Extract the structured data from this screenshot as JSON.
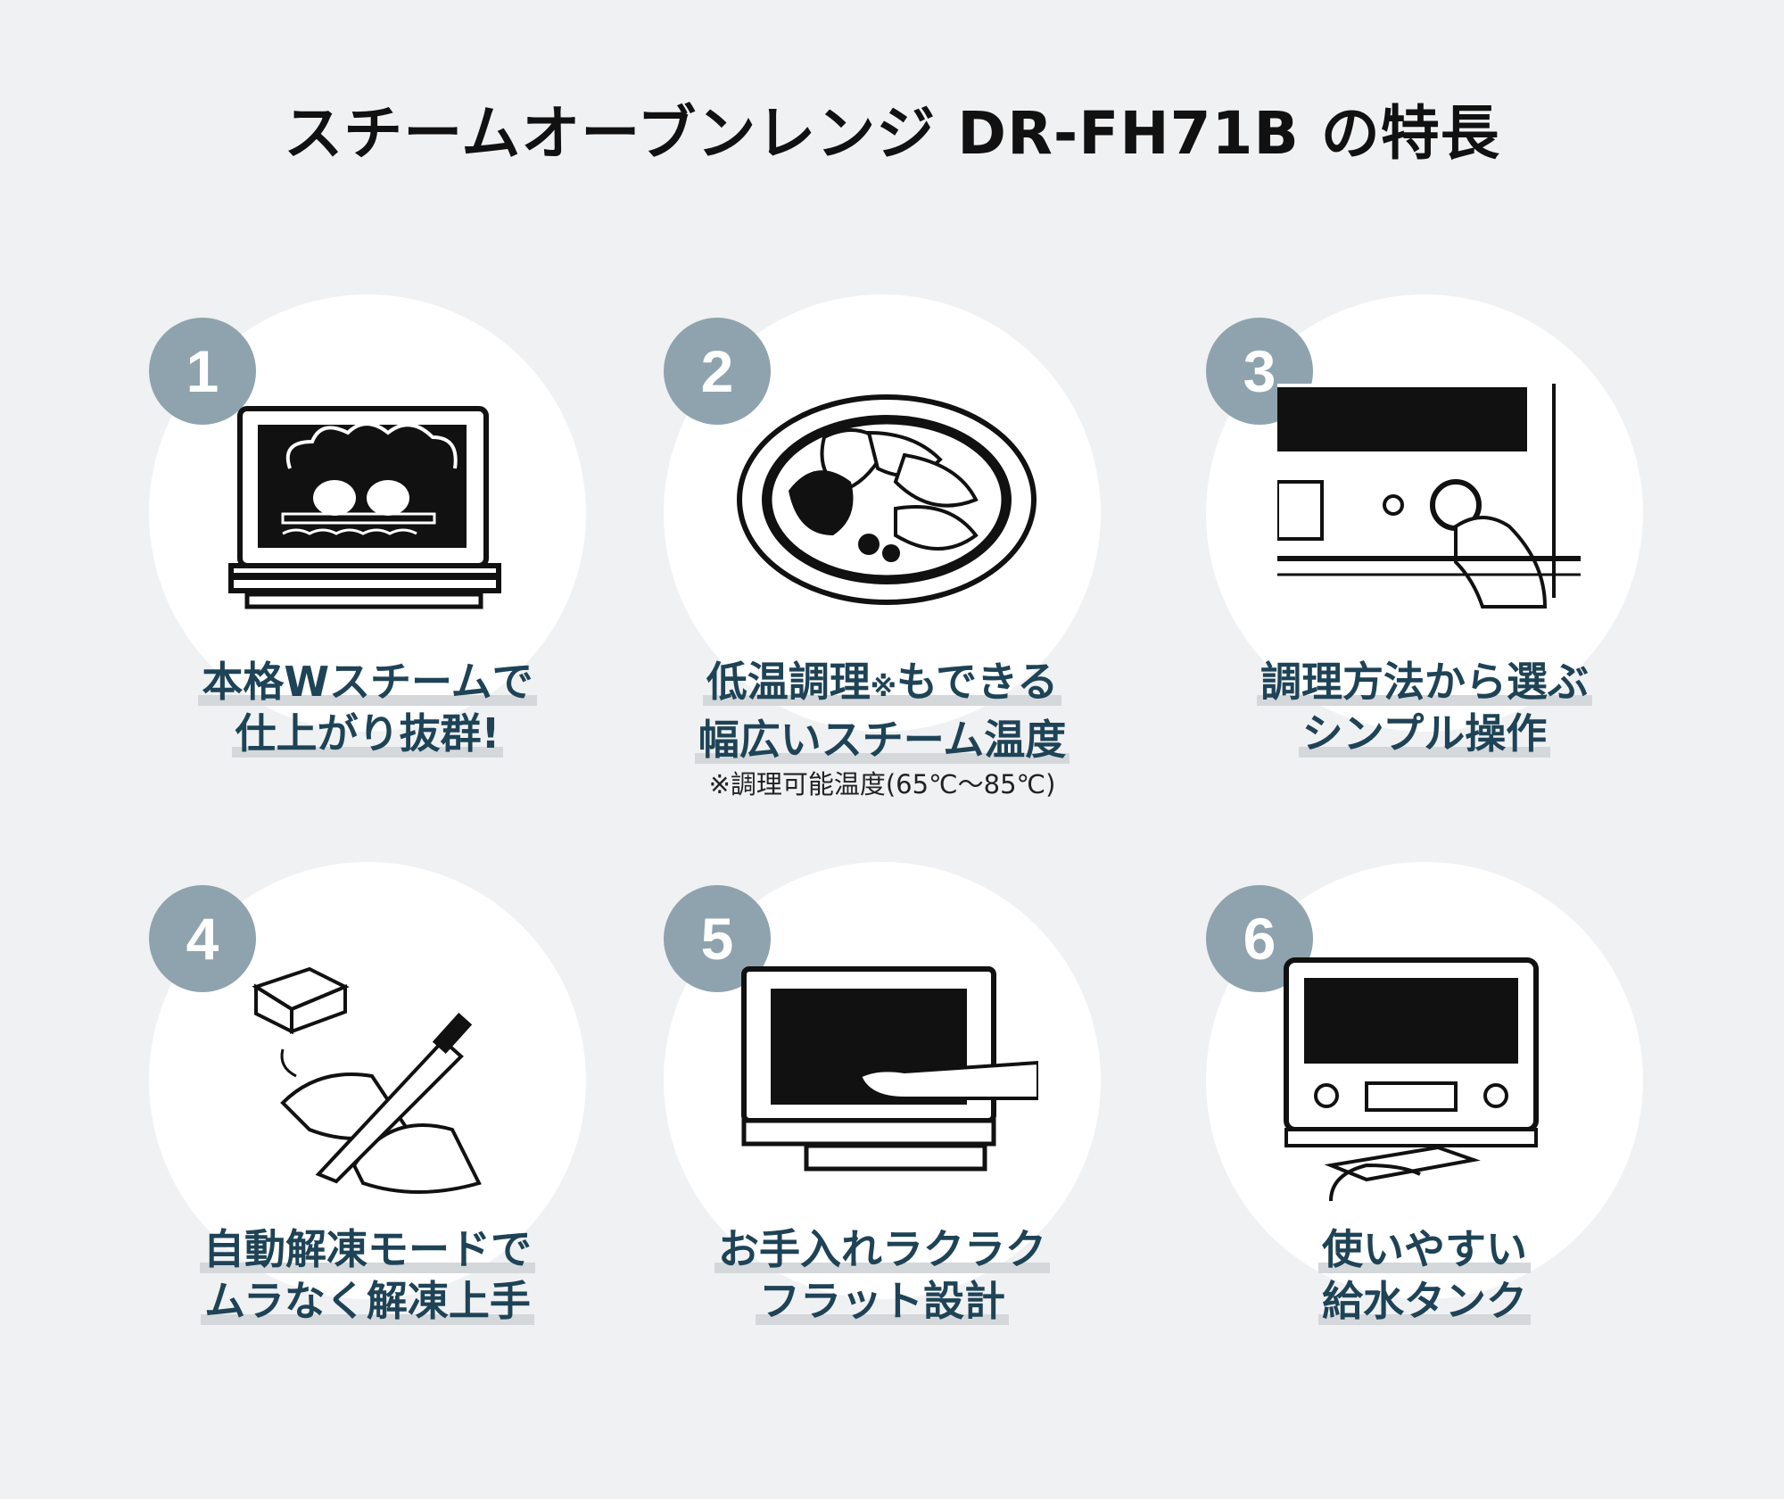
{
  "title": "スチームオーブンレンジ DR-FH71B の特長",
  "features": [
    {
      "number": "1",
      "line1": "本格Wスチームで",
      "line2": "仕上がり抜群!",
      "note": "",
      "icon": "steam-oven-icon"
    },
    {
      "number": "2",
      "line1_main": "低温調理",
      "line1_mark": "※",
      "line1_rest": "もできる",
      "line2": "幅広いスチーム温度",
      "note": "※調理可能温度(65℃〜85℃)",
      "icon": "salad-plate-icon"
    },
    {
      "number": "3",
      "line1": "調理方法から選ぶ",
      "line2": "シンプル操作",
      "note": "",
      "icon": "control-dial-icon"
    },
    {
      "number": "4",
      "line1": "自動解凍モードで",
      "line2": "ムラなく解凍上手",
      "note": "",
      "icon": "frozen-meat-knife-icon"
    },
    {
      "number": "5",
      "line1": "お手入れラクラク",
      "line2": "フラット設計",
      "note": "",
      "icon": "flat-interior-cleaning-icon"
    },
    {
      "number": "6",
      "line1": "使いやすい",
      "line2": "給水タンク",
      "note": "",
      "icon": "water-tank-icon"
    }
  ]
}
